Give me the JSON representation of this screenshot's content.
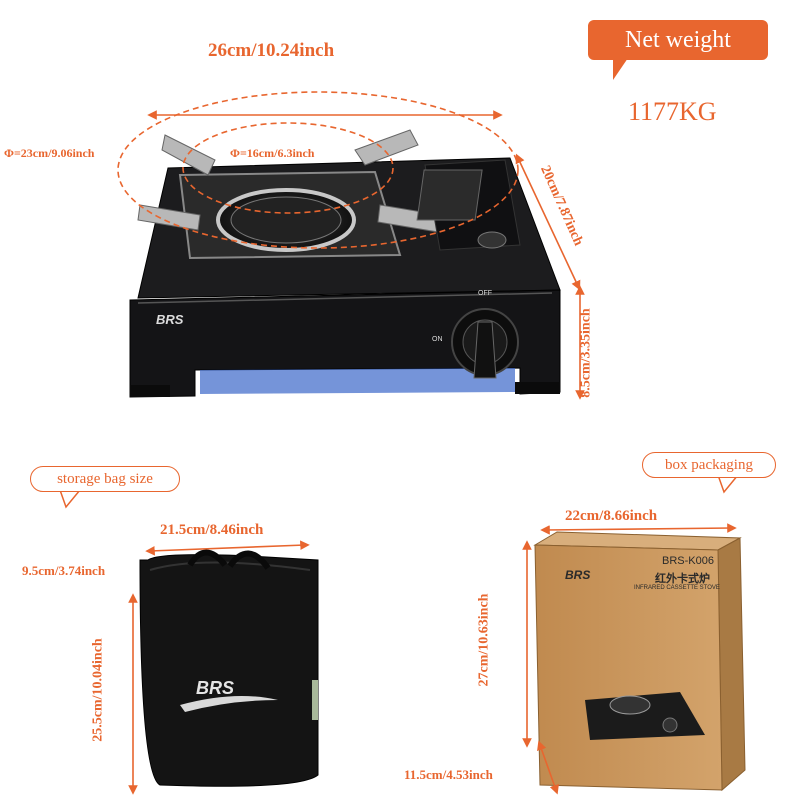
{
  "stove": {
    "width_label": "26cm/10.24inch",
    "outer_diameter_label": "Φ=23cm/9.06inch",
    "inner_diameter_label": "Φ=16cm/6.3inch",
    "depth_label": "20cm/7.87inch",
    "height_label": "8.5cm/3.35inch",
    "brand": "BRS",
    "knob_off": "OFF",
    "knob_on": "ON"
  },
  "net_weight": {
    "label": "Net weight",
    "value": "1177KG"
  },
  "storage_bag": {
    "title": "storage bag size",
    "width_label": "21.5cm/8.46inch",
    "depth_label": "9.5cm/3.74inch",
    "height_label": "25.5cm/10.04inch",
    "brand": "BRS"
  },
  "box": {
    "title": "box packaging",
    "width_label": "22cm/8.66inch",
    "height_label": "27cm/10.63inch",
    "depth_label": "11.5cm/4.53inch",
    "model": "BRS-K006",
    "name_cn": "红外卡式炉",
    "name_en": "INFRARED CASSETTE STOVE",
    "brand": "BRS"
  },
  "colors": {
    "accent": "#e8662f",
    "stove_body": "#1a1a1c",
    "box_cardboard": "#c9965a",
    "bag": "#151515"
  }
}
